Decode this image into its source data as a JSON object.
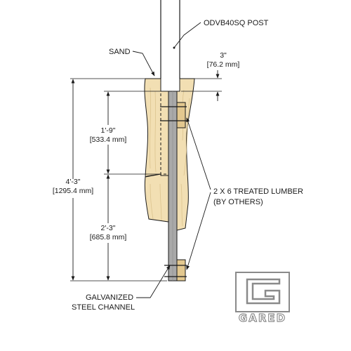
{
  "labels": {
    "post": "ODVB40SQ POST",
    "sand": "SAND",
    "lumber_line1": "2 X 6 TREATED LUMBER",
    "lumber_line2": "(BY OTHERS)",
    "channel_line1": "GALVANIZED",
    "channel_line2": "STEEL CHANNEL"
  },
  "dimensions": {
    "top_offset": {
      "imperial": "3\"",
      "metric": "[76.2 mm]"
    },
    "upper": {
      "imperial": "1'-9\"",
      "metric": "[533.4 mm]"
    },
    "lower": {
      "imperial": "2'-3\"",
      "metric": "[685.8 mm]"
    },
    "overall": {
      "imperial": "4'-3\"",
      "metric": "[1295.4 mm]"
    }
  },
  "logo": {
    "text": "GARED"
  },
  "colors": {
    "sand": "#f2dfb3",
    "sand_grain": "#dcc48f",
    "channel": "#a9a9a9",
    "lumber": "#e3c88f",
    "line": "#1a1a1a"
  }
}
